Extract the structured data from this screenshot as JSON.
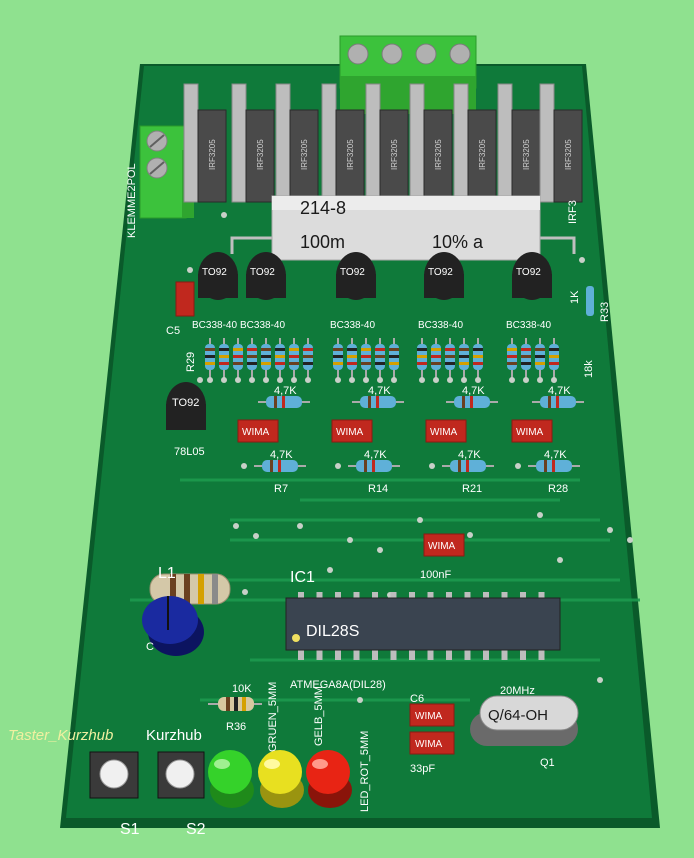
{
  "scene": {
    "colors": {
      "background": "#8fe18f",
      "pcb": "#0f7a3a",
      "pcb_edge": "#0a5a2a",
      "terminal": "#3cc23c",
      "mosfet": "#4a4a4a",
      "heatsink": "#8a8a8a",
      "resistor_big": "#dcdcdc",
      "ic": "#3a4450",
      "wima": "#c0281e",
      "led_green": "#35d22a",
      "led_yellow": "#e8e020",
      "led_red": "#e82414",
      "cap_blue": "#1a2aa0"
    },
    "power_resistor": {
      "line1": "214-8",
      "line2_left": "100m",
      "line2_right": "10% a"
    },
    "terminals": {
      "left_label": "KLEMME2POL"
    },
    "mosfets": {
      "labels": [
        "IRF3205",
        "IRF3205",
        "IRF3205",
        "IRF3205",
        "IRF3205",
        "IRF3205",
        "IRF3205",
        "IRF3205",
        "IRF3205"
      ],
      "right_label": "IRF3"
    },
    "transistors": {
      "package": "TO92",
      "parts": [
        "BC338-40",
        "BC338-40",
        "BC338-40",
        "BC338-40",
        "BC338-40"
      ],
      "regulator": "78L05"
    },
    "labels": {
      "c5": "C5",
      "r29": "R29",
      "k1": "1K",
      "r33": "R33",
      "k18": "18k",
      "r7": "R7",
      "r14": "R14",
      "r21": "R21",
      "r28": "R28",
      "k47": "4,7K",
      "ic1": "IC1",
      "cap_100nf": "100nF",
      "wima": "WIMA",
      "l1": "L1",
      "c": "C",
      "ic_name": "DIL28S",
      "ic_sub": "ATMEGA8A(DIL28)",
      "k10": "10K",
      "r36": "R36",
      "led_green": "GRUEN_5MM",
      "led_yellow": "GELB_5MM",
      "led_red": "LED_ROT_5MM",
      "c6": "C6",
      "pf33": "33pF",
      "mhz20": "20MHz",
      "crystal": "Q/64-OH",
      "q1": "Q1",
      "tasten": "Taster_Kurzhub",
      "tasten2": "Kurzhub",
      "s1": "S1",
      "s2": "S2"
    }
  }
}
